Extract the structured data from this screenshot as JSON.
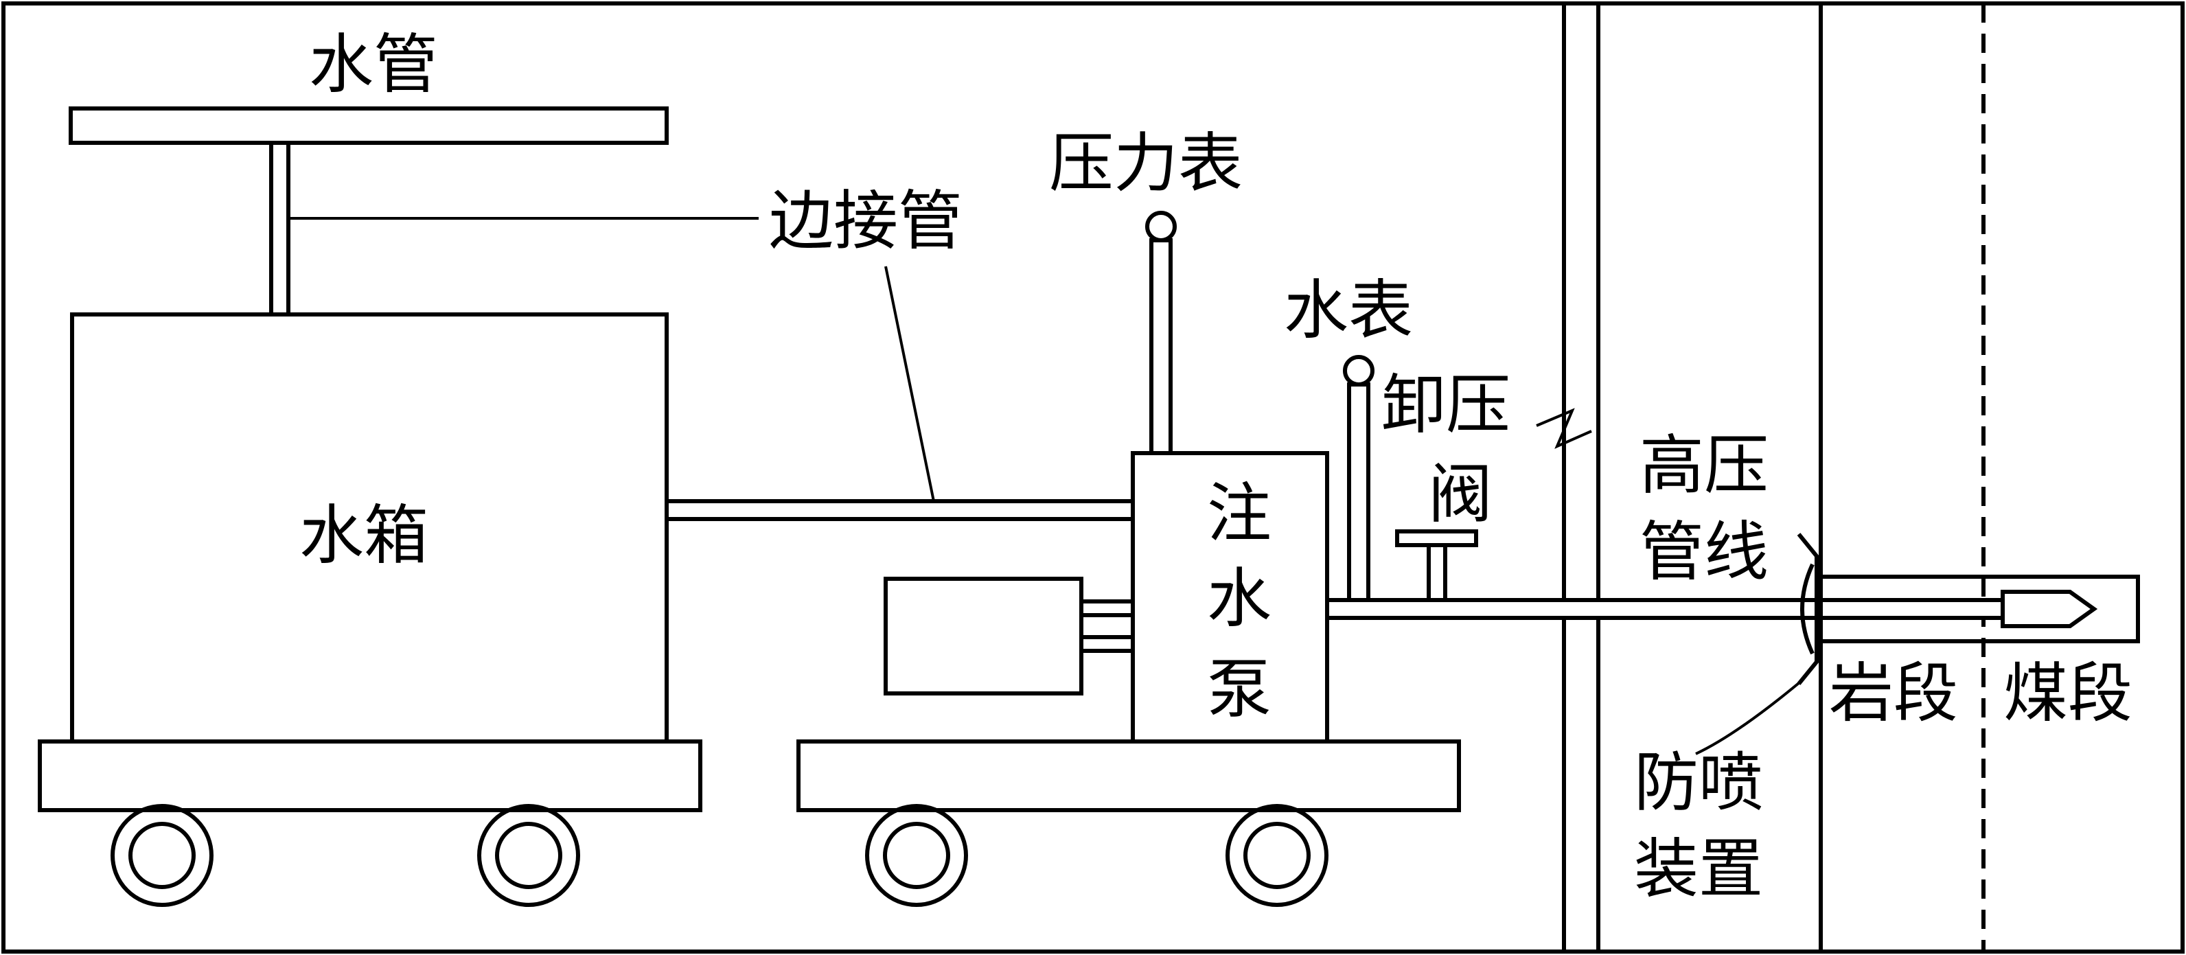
{
  "labels": {
    "water_pipe": "水管",
    "side_connector": "边接管",
    "pressure_gauge": "压力表",
    "water_meter": "水表",
    "relief_valve_line1": "卸压",
    "relief_valve_line2": "阀",
    "high_pressure_line1": "高压",
    "high_pressure_line2": "管线",
    "water_tank": "水箱",
    "pump_char1": "注",
    "pump_char2": "水",
    "pump_char3": "泵",
    "rock_section": "岩段",
    "coal_section": "煤段",
    "anti_spray_line1": "防喷",
    "anti_spray_line2": "装置"
  }
}
